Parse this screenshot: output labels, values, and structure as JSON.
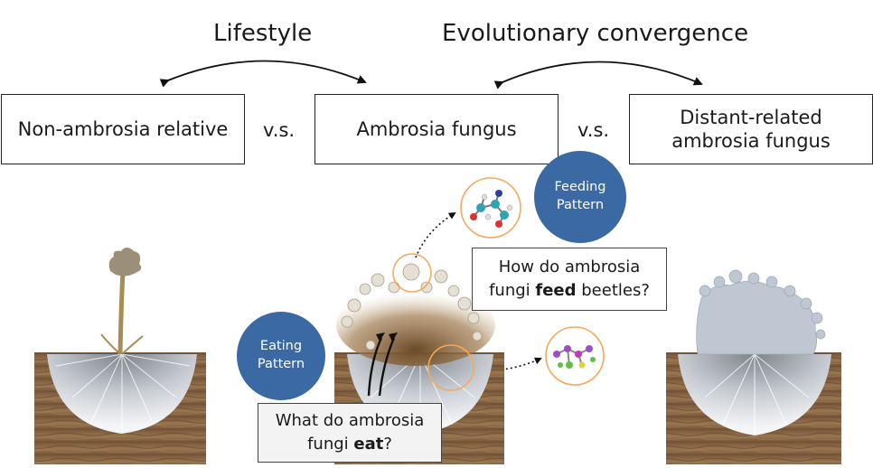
{
  "headings": {
    "lifestyle": "Lifestyle",
    "convergence": "Evolutionary convergence"
  },
  "boxes": {
    "non_ambrosia": "Non-ambrosia relative",
    "ambrosia": "Ambrosia fungus",
    "distant_line1": "Distant-related",
    "distant_line2": "ambrosia fungus"
  },
  "vs_labels": [
    "v.s.",
    "v.s."
  ],
  "bubbles": {
    "feeding_line1": "Feeding",
    "feeding_line2": "Pattern",
    "eating_line1": "Eating",
    "eating_line2": "Pattern"
  },
  "questions": {
    "feed_line1": "How do ambrosia",
    "feed_prefix": "fungi ",
    "feed_bold": "feed",
    "feed_suffix": " beetles?",
    "eat_line1": "What do ambrosia",
    "eat_prefix": "fungi ",
    "eat_bold": "eat",
    "eat_suffix": "?"
  },
  "colors": {
    "bubble_blue": "#3a69a4",
    "highlight_orange": "#f5a95a",
    "wood_brown": "#8a6a48",
    "mycelium_white": "#e9ecf0"
  }
}
